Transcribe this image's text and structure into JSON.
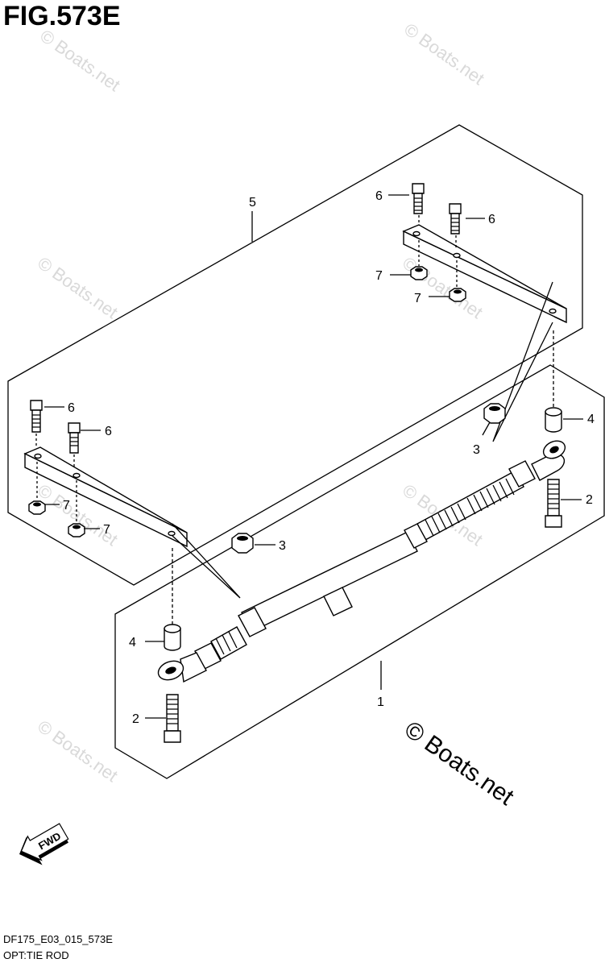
{
  "figure": {
    "title": "FIG.573E",
    "code": "DF175_E03_015_573E",
    "caption": "OPT:TIE ROD"
  },
  "watermark": {
    "small_text": "© Boats.net",
    "large_text": "© Boats.net"
  },
  "callouts": [
    {
      "label": "1"
    },
    {
      "label": "2"
    },
    {
      "label": "2"
    },
    {
      "label": "3"
    },
    {
      "label": "3"
    },
    {
      "label": "4"
    },
    {
      "label": "4"
    },
    {
      "label": "5"
    },
    {
      "label": "6"
    },
    {
      "label": "6"
    },
    {
      "label": "6"
    },
    {
      "label": "6"
    },
    {
      "label": "7"
    },
    {
      "label": "7"
    },
    {
      "label": "7"
    },
    {
      "label": "7"
    }
  ],
  "fwd_arrow": {
    "label": "FWD"
  }
}
